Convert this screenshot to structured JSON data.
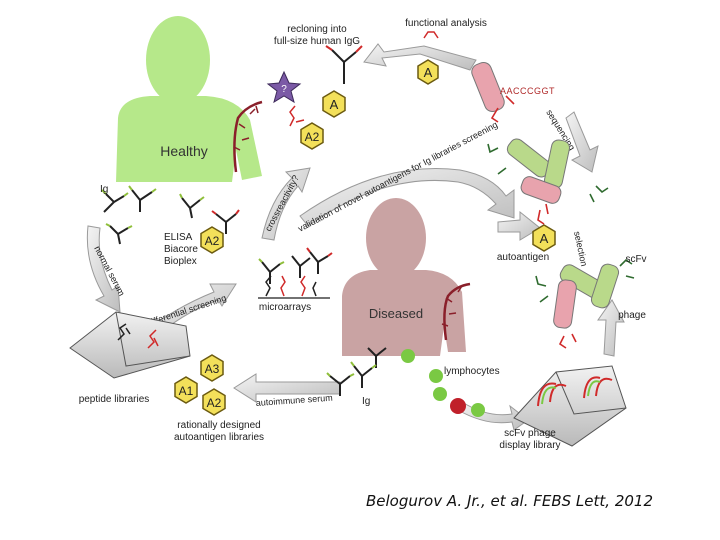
{
  "labels": {
    "recloning": "recloning into\nfull-size human IgG",
    "functional_analysis": "functional analysis",
    "sequence": "AACCCGGT",
    "sequencing": "sequencing",
    "healthy": "Healthy",
    "diseased": "Diseased",
    "ig_top": "Ig",
    "crossreactivity": "crossreactivity?",
    "validation": "validation of novel autoantigens for Ig libraries screening",
    "elisa": "ELISA\nBiacore\nBioplex",
    "normal_serum": "normal serum",
    "microarrays": "microarrays",
    "autoantigen": "autoantigen",
    "selection": "selection",
    "scfv": "scFv",
    "phage": "phage",
    "differential_screening": "differential screening",
    "peptide_libraries": "peptide libraries",
    "rationally_designed": "rationally designed\nautoantigen libraries",
    "autoimmune_serum": "autoimmune serum",
    "ig_bottom": "Ig",
    "lymphocytes": "lymphocytes",
    "scfv_library": "scFv phage\ndisplay library"
  },
  "antigen_badges": {
    "a": "A",
    "a2": "A2",
    "a1": "A1",
    "a3": "A3",
    "star": "?"
  },
  "colors": {
    "healthy_body": "#b6e88a",
    "diseased_body": "#c9a3a3",
    "vessel": "#8a1f2a",
    "arrow_fill": "#dcdcdc",
    "arrow_stroke": "#9a9a9a",
    "badge_fill": "#f3e05a",
    "badge_stroke": "#6b5a10",
    "star_fill": "#7b5aa6",
    "phage_pink": "#e8a3ad",
    "phage_green": "#b9d98a",
    "antibody": "#222222",
    "antibody_green": "#8fbf3a",
    "antibody_red": "#d02a2a",
    "cell_green": "#7ac943",
    "cell_red": "#c0202a"
  },
  "citation": "Belogurov A. Jr., et al. FEBS Lett, 2012"
}
